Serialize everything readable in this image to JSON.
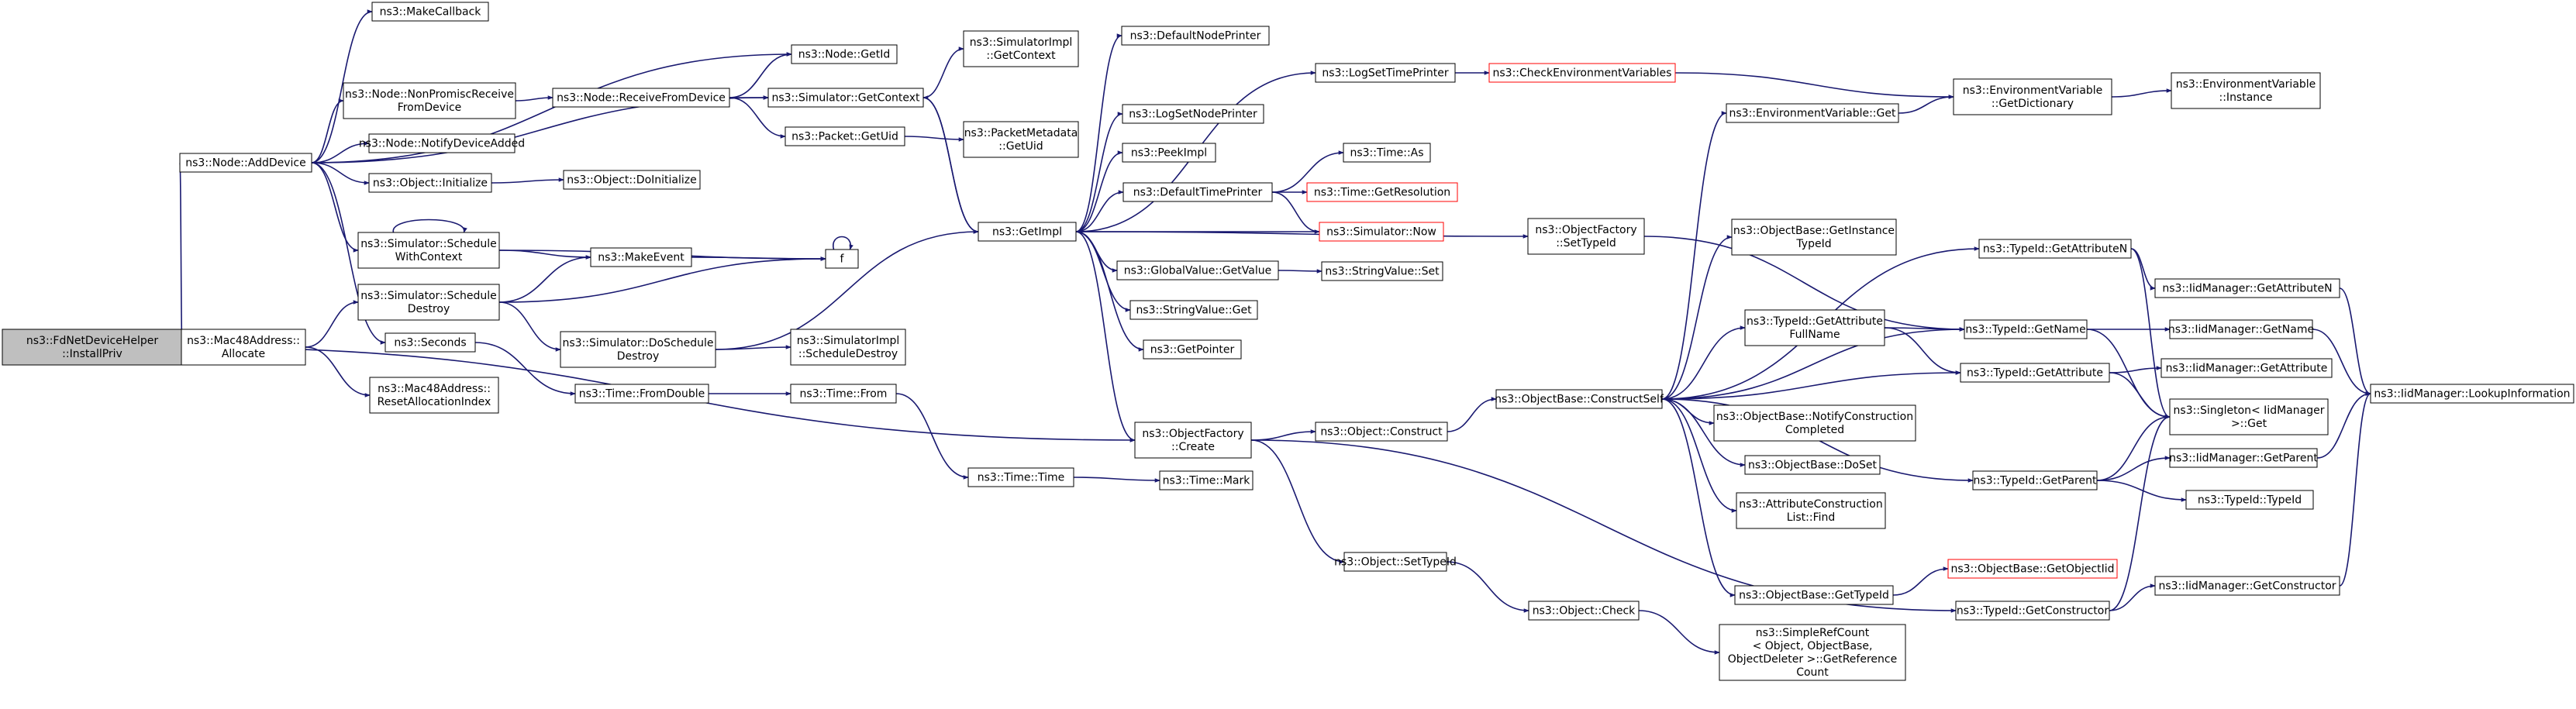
{
  "diagram": {
    "root_id": "fdnet_installpriv",
    "colors": {
      "edge": "#191970",
      "root_fill": "#bfbfbf",
      "node_border": "#000000",
      "truncated_border": "#ff0000"
    },
    "nodes": [
      {
        "id": "fdnet_installpriv",
        "lines": [
          "ns3::FdNetDeviceHelper",
          "::InstallPriv"
        ]
      },
      {
        "id": "node_adddevice",
        "lines": [
          "ns3::Node::AddDevice"
        ]
      },
      {
        "id": "mac48_allocate",
        "lines": [
          "ns3::Mac48Address::",
          "Allocate"
        ]
      },
      {
        "id": "makecallback",
        "lines": [
          "ns3::MakeCallback"
        ]
      },
      {
        "id": "node_nonpromisc",
        "lines": [
          "ns3::Node::NonPromiscReceive",
          "FromDevice"
        ]
      },
      {
        "id": "node_notify",
        "lines": [
          "ns3::Node::NotifyDeviceAdded"
        ]
      },
      {
        "id": "object_initialize",
        "lines": [
          "ns3::Object::Initialize"
        ]
      },
      {
        "id": "sim_schedule_ctx",
        "lines": [
          "ns3::Simulator::Schedule",
          "WithContext"
        ]
      },
      {
        "id": "sim_schedule_destroy",
        "lines": [
          "ns3::Simulator::Schedule",
          "Destroy"
        ]
      },
      {
        "id": "seconds",
        "lines": [
          "ns3::Seconds"
        ]
      },
      {
        "id": "mac48_reset",
        "lines": [
          "ns3::Mac48Address::",
          "ResetAllocationIndex"
        ]
      },
      {
        "id": "node_getid",
        "lines": [
          "ns3::Node::GetId"
        ]
      },
      {
        "id": "node_receivefromdevice",
        "lines": [
          "ns3::Node::ReceiveFromDevice"
        ]
      },
      {
        "id": "object_doinitialize",
        "lines": [
          "ns3::Object::DoInitialize"
        ]
      },
      {
        "id": "makeevent",
        "lines": [
          "ns3::MakeEvent"
        ]
      },
      {
        "id": "f",
        "lines": [
          "f"
        ]
      },
      {
        "id": "sim_doschedule_destroy",
        "lines": [
          "ns3::Simulator::DoSchedule",
          "Destroy"
        ]
      },
      {
        "id": "time_fromdouble",
        "lines": [
          "ns3::Time::FromDouble"
        ]
      },
      {
        "id": "sim_getcontext",
        "lines": [
          "ns3::Simulator::GetContext"
        ]
      },
      {
        "id": "packet_getuid",
        "lines": [
          "ns3::Packet::GetUid"
        ]
      },
      {
        "id": "simimpl_getcontext",
        "lines": [
          "ns3::SimulatorImpl",
          "::GetContext"
        ]
      },
      {
        "id": "packetmetadata_getuid",
        "lines": [
          "ns3::PacketMetadata",
          "::GetUid"
        ]
      },
      {
        "id": "simimpl_scheduledestroy",
        "lines": [
          "ns3::SimulatorImpl",
          "::ScheduleDestroy"
        ]
      },
      {
        "id": "time_from",
        "lines": [
          "ns3::Time::From"
        ]
      },
      {
        "id": "time_time",
        "lines": [
          "ns3::Time::Time"
        ]
      },
      {
        "id": "getimpl",
        "lines": [
          "ns3::GetImpl"
        ]
      },
      {
        "id": "defaultnodeprinter",
        "lines": [
          "ns3::DefaultNodePrinter"
        ]
      },
      {
        "id": "logsetnodeprinter",
        "lines": [
          "ns3::LogSetNodePrinter"
        ]
      },
      {
        "id": "peekimpl",
        "lines": [
          "ns3::PeekImpl"
        ]
      },
      {
        "id": "defaulttimeprinter",
        "lines": [
          "ns3::DefaultTimePrinter"
        ]
      },
      {
        "id": "globalvalue_getvalue",
        "lines": [
          "ns3::GlobalValue::GetValue"
        ]
      },
      {
        "id": "stringvalue_get",
        "lines": [
          "ns3::StringValue::Get"
        ]
      },
      {
        "id": "getpointer",
        "lines": [
          "ns3::GetPointer"
        ]
      },
      {
        "id": "objectfactory_create",
        "lines": [
          "ns3::ObjectFactory",
          "::Create"
        ]
      },
      {
        "id": "time_mark",
        "lines": [
          "ns3::Time::Mark"
        ]
      },
      {
        "id": "logsettimeprinter",
        "lines": [
          "ns3::LogSetTimePrinter"
        ]
      },
      {
        "id": "time_as",
        "lines": [
          "ns3::Time::As"
        ]
      },
      {
        "id": "time_getresolution",
        "lines": [
          "ns3::Time::GetResolution"
        ],
        "truncated": true
      },
      {
        "id": "sim_now",
        "lines": [
          "ns3::Simulator::Now"
        ],
        "truncated": true
      },
      {
        "id": "stringvalue_set",
        "lines": [
          "ns3::StringValue::Set"
        ]
      },
      {
        "id": "object_construct",
        "lines": [
          "ns3::Object::Construct"
        ]
      },
      {
        "id": "object_settypeid",
        "lines": [
          "ns3::Object::SetTypeId"
        ]
      },
      {
        "id": "checkenvvars",
        "lines": [
          "ns3::CheckEnvironmentVariables"
        ],
        "truncated": true
      },
      {
        "id": "objectfactory_settypeid",
        "lines": [
          "ns3::ObjectFactory",
          "::SetTypeId"
        ]
      },
      {
        "id": "objectbase_constructself",
        "lines": [
          "ns3::ObjectBase::ConstructSelf"
        ]
      },
      {
        "id": "object_check",
        "lines": [
          "ns3::Object::Check"
        ]
      },
      {
        "id": "envvar_get",
        "lines": [
          "ns3::EnvironmentVariable::Get"
        ]
      },
      {
        "id": "objectbase_getinstancetypeid",
        "lines": [
          "ns3::ObjectBase::GetInstance",
          "TypeId"
        ]
      },
      {
        "id": "typeid_getattrfullname",
        "lines": [
          "ns3::TypeId::GetAttribute",
          "FullName"
        ]
      },
      {
        "id": "objectbase_notifyconstruction",
        "lines": [
          "ns3::ObjectBase::NotifyConstruction",
          "Completed"
        ]
      },
      {
        "id": "objectbase_doset",
        "lines": [
          "ns3::ObjectBase::DoSet"
        ]
      },
      {
        "id": "attrconstructionlist_find",
        "lines": [
          "ns3::AttributeConstruction",
          "List::Find"
        ]
      },
      {
        "id": "objectbase_gettypeid",
        "lines": [
          "ns3::ObjectBase::GetTypeId"
        ]
      },
      {
        "id": "simplerefcount",
        "lines": [
          "ns3::SimpleRefCount",
          "< Object, ObjectBase,",
          "ObjectDeleter >::GetReference",
          "Count"
        ]
      },
      {
        "id": "envvar_getdictionary",
        "lines": [
          "ns3::EnvironmentVariable",
          "::GetDictionary"
        ]
      },
      {
        "id": "typeid_getattributen",
        "lines": [
          "ns3::TypeId::GetAttributeN"
        ]
      },
      {
        "id": "typeid_getname",
        "lines": [
          "ns3::TypeId::GetName"
        ]
      },
      {
        "id": "typeid_getattribute",
        "lines": [
          "ns3::TypeId::GetAttribute"
        ]
      },
      {
        "id": "typeid_getparent",
        "lines": [
          "ns3::TypeId::GetParent"
        ]
      },
      {
        "id": "objectbase_getobjectiid",
        "lines": [
          "ns3::ObjectBase::GetObjectIid"
        ],
        "truncated": true
      },
      {
        "id": "typeid_getconstructor",
        "lines": [
          "ns3::TypeId::GetConstructor"
        ]
      },
      {
        "id": "envvar_instance",
        "lines": [
          "ns3::EnvironmentVariable",
          "::Instance"
        ]
      },
      {
        "id": "iidmanager_getattributen",
        "lines": [
          "ns3::IidManager::GetAttributeN"
        ]
      },
      {
        "id": "iidmanager_getname",
        "lines": [
          "ns3::IidManager::GetName"
        ]
      },
      {
        "id": "iidmanager_getattribute",
        "lines": [
          "ns3::IidManager::GetAttribute"
        ]
      },
      {
        "id": "singleton_get",
        "lines": [
          "ns3::Singleton< IidManager",
          ">::Get"
        ]
      },
      {
        "id": "iidmanager_getparent",
        "lines": [
          "ns3::IidManager::GetParent"
        ]
      },
      {
        "id": "typeid_typeid",
        "lines": [
          "ns3::TypeId::TypeId"
        ]
      },
      {
        "id": "iidmanager_getconstructor",
        "lines": [
          "ns3::IidManager::GetConstructor"
        ]
      },
      {
        "id": "iidmanager_lookupinformation",
        "lines": [
          "ns3::IidManager::LookupInformation"
        ]
      }
    ],
    "edges": [
      [
        "fdnet_installpriv",
        "node_adddevice"
      ],
      [
        "fdnet_installpriv",
        "mac48_allocate"
      ],
      [
        "fdnet_installpriv",
        "objectfactory_create"
      ],
      [
        "node_adddevice",
        "makecallback"
      ],
      [
        "node_adddevice",
        "node_getid"
      ],
      [
        "node_adddevice",
        "node_nonpromisc"
      ],
      [
        "node_adddevice",
        "node_notify"
      ],
      [
        "node_adddevice",
        "object_initialize"
      ],
      [
        "node_adddevice",
        "sim_schedule_ctx"
      ],
      [
        "node_adddevice",
        "seconds"
      ],
      [
        "node_adddevice",
        "sim_getcontext"
      ],
      [
        "mac48_allocate",
        "sim_schedule_destroy"
      ],
      [
        "mac48_allocate",
        "mac48_reset"
      ],
      [
        "node_nonpromisc",
        "node_receivefromdevice"
      ],
      [
        "node_receivefromdevice",
        "node_getid"
      ],
      [
        "node_receivefromdevice",
        "sim_getcontext"
      ],
      [
        "node_receivefromdevice",
        "packet_getuid"
      ],
      [
        "object_initialize",
        "object_doinitialize"
      ],
      [
        "sim_schedule_ctx",
        "sim_schedule_ctx"
      ],
      [
        "sim_schedule_ctx",
        "makeevent"
      ],
      [
        "sim_schedule_ctx",
        "f"
      ],
      [
        "sim_schedule_destroy",
        "makeevent"
      ],
      [
        "sim_schedule_destroy",
        "f"
      ],
      [
        "sim_schedule_destroy",
        "sim_doschedule_destroy"
      ],
      [
        "makeevent",
        "f"
      ],
      [
        "f",
        "f"
      ],
      [
        "seconds",
        "time_fromdouble"
      ],
      [
        "time_fromdouble",
        "time_from"
      ],
      [
        "time_from",
        "time_time"
      ],
      [
        "time_time",
        "time_mark"
      ],
      [
        "sim_doschedule_destroy",
        "getimpl"
      ],
      [
        "sim_doschedule_destroy",
        "simimpl_scheduledestroy"
      ],
      [
        "sim_getcontext",
        "simimpl_getcontext"
      ],
      [
        "sim_getcontext",
        "getimpl"
      ],
      [
        "packet_getuid",
        "packetmetadata_getuid"
      ],
      [
        "getimpl",
        "defaultnodeprinter"
      ],
      [
        "getimpl",
        "logsettimeprinter"
      ],
      [
        "getimpl",
        "sim_getcontext"
      ],
      [
        "getimpl",
        "logsetnodeprinter"
      ],
      [
        "getimpl",
        "peekimpl"
      ],
      [
        "getimpl",
        "defaulttimeprinter"
      ],
      [
        "getimpl",
        "globalvalue_getvalue"
      ],
      [
        "getimpl",
        "stringvalue_get"
      ],
      [
        "getimpl",
        "getpointer"
      ],
      [
        "getimpl",
        "objectfactory_create"
      ],
      [
        "getimpl",
        "objectfactory_settypeid"
      ],
      [
        "defaulttimeprinter",
        "time_as"
      ],
      [
        "defaulttimeprinter",
        "time_getresolution"
      ],
      [
        "defaulttimeprinter",
        "sim_now"
      ],
      [
        "sim_now",
        "getimpl"
      ],
      [
        "globalvalue_getvalue",
        "stringvalue_set"
      ],
      [
        "logsettimeprinter",
        "checkenvvars"
      ],
      [
        "checkenvvars",
        "envvar_getdictionary"
      ],
      [
        "objectfactory_create",
        "object_construct"
      ],
      [
        "objectfactory_create",
        "object_settypeid"
      ],
      [
        "objectfactory_create",
        "typeid_getconstructor"
      ],
      [
        "object_construct",
        "objectbase_constructself"
      ],
      [
        "object_settypeid",
        "object_check"
      ],
      [
        "object_check",
        "simplerefcount"
      ],
      [
        "objectfactory_settypeid",
        "typeid_getname"
      ],
      [
        "objectbase_constructself",
        "envvar_get"
      ],
      [
        "objectbase_constructself",
        "objectbase_getinstancetypeid"
      ],
      [
        "objectbase_constructself",
        "typeid_getattrfullname"
      ],
      [
        "objectbase_constructself",
        "typeid_getattributen"
      ],
      [
        "objectbase_constructself",
        "typeid_getname"
      ],
      [
        "objectbase_constructself",
        "typeid_getattribute"
      ],
      [
        "objectbase_constructself",
        "objectbase_notifyconstruction"
      ],
      [
        "objectbase_constructself",
        "objectbase_doset"
      ],
      [
        "objectbase_constructself",
        "attrconstructionlist_find"
      ],
      [
        "objectbase_constructself",
        "objectbase_gettypeid"
      ],
      [
        "objectbase_constructself",
        "typeid_getparent"
      ],
      [
        "envvar_get",
        "envvar_getdictionary"
      ],
      [
        "envvar_getdictionary",
        "envvar_instance"
      ],
      [
        "typeid_getattrfullname",
        "typeid_getname"
      ],
      [
        "typeid_getattrfullname",
        "typeid_getattribute"
      ],
      [
        "typeid_getattributen",
        "iidmanager_getattributen"
      ],
      [
        "typeid_getattributen",
        "singleton_get"
      ],
      [
        "typeid_getname",
        "iidmanager_getname"
      ],
      [
        "typeid_getname",
        "singleton_get"
      ],
      [
        "typeid_getattribute",
        "iidmanager_getattribute"
      ],
      [
        "typeid_getattribute",
        "singleton_get"
      ],
      [
        "typeid_getparent",
        "singleton_get"
      ],
      [
        "typeid_getparent",
        "iidmanager_getparent"
      ],
      [
        "typeid_getparent",
        "typeid_typeid"
      ],
      [
        "objectbase_gettypeid",
        "objectbase_getobjectiid"
      ],
      [
        "typeid_getconstructor",
        "singleton_get"
      ],
      [
        "typeid_getconstructor",
        "iidmanager_getconstructor"
      ],
      [
        "iidmanager_getattributen",
        "iidmanager_lookupinformation"
      ],
      [
        "iidmanager_getname",
        "iidmanager_lookupinformation"
      ],
      [
        "iidmanager_getparent",
        "iidmanager_lookupinformation"
      ],
      [
        "iidmanager_getconstructor",
        "iidmanager_lookupinformation"
      ]
    ]
  }
}
